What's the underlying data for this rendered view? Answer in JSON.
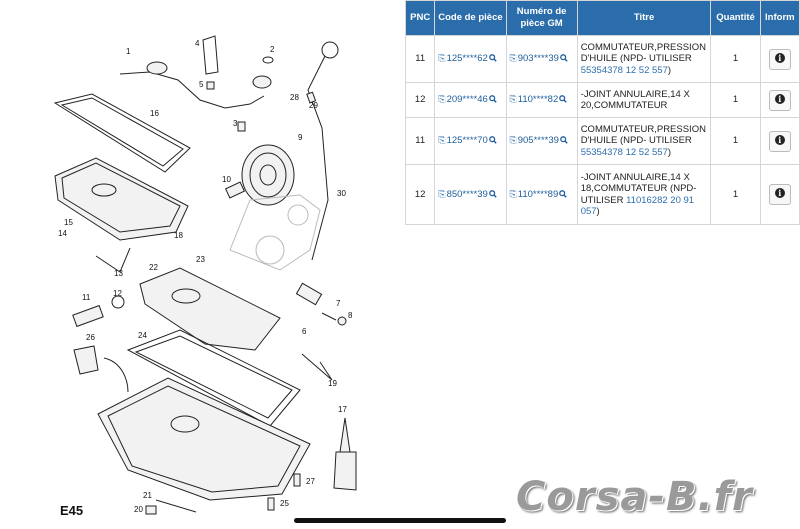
{
  "diagram": {
    "code": "E45",
    "callouts": [
      "1",
      "2",
      "3",
      "4",
      "5",
      "6",
      "7",
      "8",
      "9",
      "10",
      "11",
      "12",
      "13",
      "14",
      "15",
      "16",
      "17",
      "18",
      "19",
      "20",
      "21",
      "22",
      "23",
      "24",
      "25",
      "26",
      "27",
      "28",
      "29",
      "30"
    ]
  },
  "table": {
    "headers": [
      "PNC",
      "Code de pièce",
      "Numéro de pièce GM",
      "Titre",
      "Quantité",
      "Inform"
    ],
    "rows": [
      {
        "pnc": "11",
        "code": "125****62",
        "gm": "903****39",
        "title": "COMMUTATEUR,PRESSION D'HUILE (NPD- UTILISER ",
        "ref": "55354378 12 52 557",
        "title_end": ")",
        "qty": "1"
      },
      {
        "pnc": "12",
        "code": "209****46",
        "gm": "110****82",
        "title": "-JOINT ANNULAIRE,14 X 20,COMMUTATEUR",
        "ref": "",
        "title_end": "",
        "qty": "1"
      },
      {
        "pnc": "11",
        "code": "125****70",
        "gm": "905****39",
        "title": "COMMUTATEUR,PRESSION D'HUILE (NPD- UTILISER ",
        "ref": "55354378 12 52 557",
        "title_end": ")",
        "qty": "1"
      },
      {
        "pnc": "12",
        "code": "850****39",
        "gm": "110****89",
        "title": "-JOINT ANNULAIRE,14 X 18,COMMUTATEUR (NPD- UTILISER ",
        "ref": "11016282 20 91 057",
        "title_end": ")",
        "qty": "1"
      }
    ]
  },
  "watermark": "Corsa-B.fr",
  "icons": {
    "code": "part-copy-icon",
    "search": "search-icon",
    "info": "info-icon"
  },
  "colors": {
    "header_bg": "#2b6dab",
    "link": "#2e6fad"
  }
}
